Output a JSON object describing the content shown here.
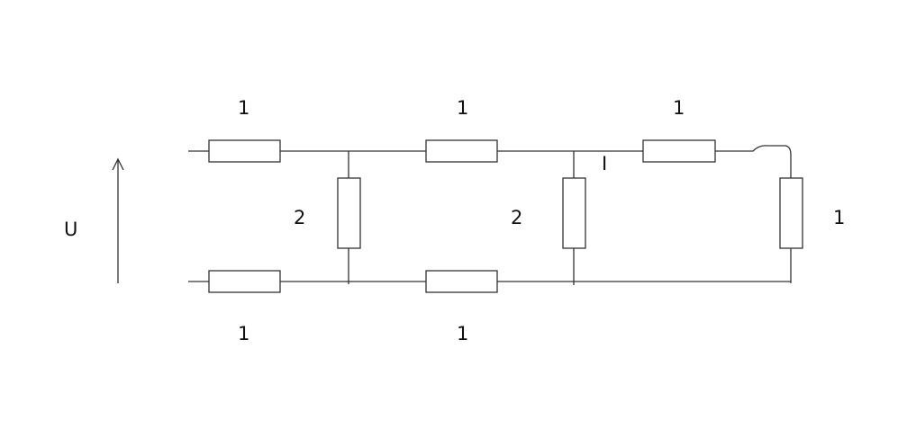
{
  "diagram": {
    "voltage_label": "U",
    "current_label": "I",
    "resistors": {
      "top_left": "1",
      "top_middle": "1",
      "top_right": "1",
      "shunt_left": "2",
      "shunt_middle": "2",
      "shunt_right": "1",
      "bottom_left": "1",
      "bottom_middle": "1"
    }
  }
}
